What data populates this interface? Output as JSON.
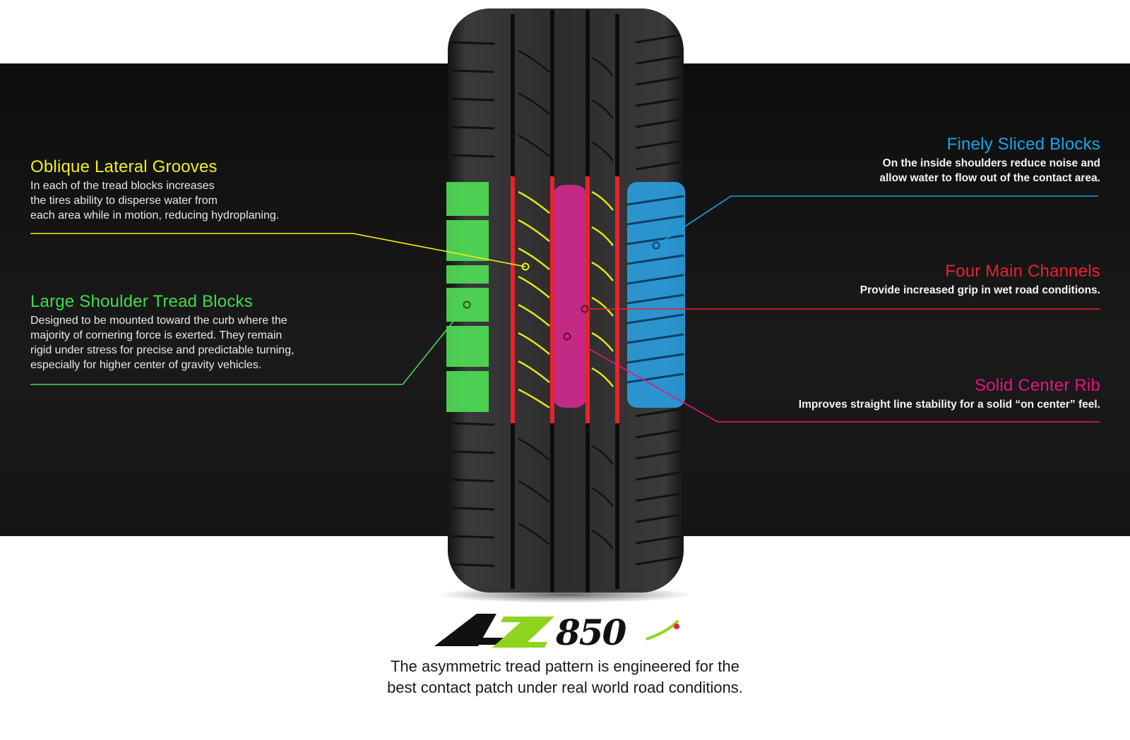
{
  "callouts": {
    "oblique": {
      "title": "Oblique Lateral Grooves",
      "body": "In each of the tread blocks increases\nthe tires ability to disperse water from\neach area while in motion, reducing hydroplaning.",
      "color": "#f2ee1b"
    },
    "shoulder": {
      "title": "Large Shoulder Tread Blocks",
      "body": "Designed to be mounted toward the curb where the\nmajority of cornering force is exerted. They remain\nrigid under stress for precise and predictable turning,\nespecially for higher center of gravity vehicles.",
      "color": "#3fdc4a"
    },
    "sliced": {
      "title": "Finely Sliced Blocks",
      "body": "On the inside shoulders reduce noise and\nallow water to flow out of the contact area.",
      "color": "#1aa3e8"
    },
    "channels": {
      "title": "Four Main Channels",
      "body": "Provide increased grip in wet road conditions.",
      "color": "#e8232b"
    },
    "center": {
      "title": "Solid Center Rib",
      "body": "Improves straight line stability for a solid “on center” feel.",
      "color": "#e6157e"
    }
  },
  "logo": {
    "text": "AZ850",
    "accent": "#7ed321"
  },
  "caption": "The asymmetric tread pattern is engineered for the\nbest contact patch under real world road conditions."
}
